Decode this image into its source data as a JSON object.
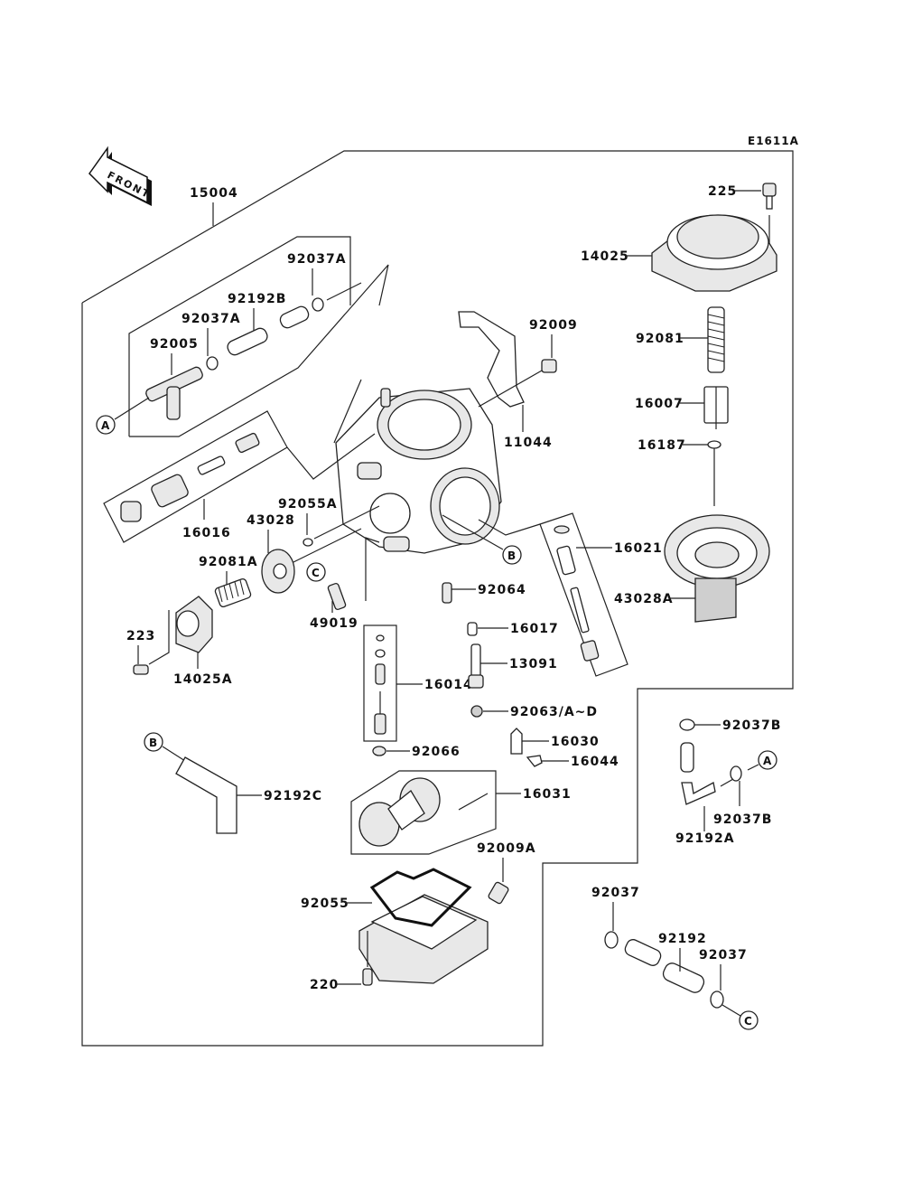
{
  "diagram": {
    "code": "E1611A",
    "front_label": "FRONT",
    "assembly_label": "15004",
    "connectors": [
      "A",
      "B",
      "C"
    ],
    "parts": {
      "p225": "225",
      "p14025": "14025",
      "p92081": "92081",
      "p16007": "16007",
      "p16187": "16187",
      "p43028A": "43028A",
      "p16021": "16021",
      "p92037A_1": "92037A",
      "p92192B": "92192B",
      "p92037A_2": "92037A",
      "p92005": "92005",
      "p92009": "92009",
      "p11044": "11044",
      "p16016": "16016",
      "p92055A": "92055A",
      "p43028": "43028",
      "p92081A": "92081A",
      "p49019": "49019",
      "p223": "223",
      "p14025A": "14025A",
      "p92064": "92064",
      "p16017": "16017",
      "p13091": "13091",
      "p16014": "16014",
      "p92063": "92063/A~D",
      "p92066": "92066",
      "p16030": "16030",
      "p16044": "16044",
      "p16031": "16031",
      "p92192C": "92192C",
      "p92009A": "92009A",
      "p92055": "92055",
      "p220": "220",
      "p92037B_1": "92037B",
      "p92037B_2": "92037B",
      "p92192A": "92192A",
      "p92037_1": "92037",
      "p92192": "92192",
      "p92037_2": "92037"
    }
  }
}
